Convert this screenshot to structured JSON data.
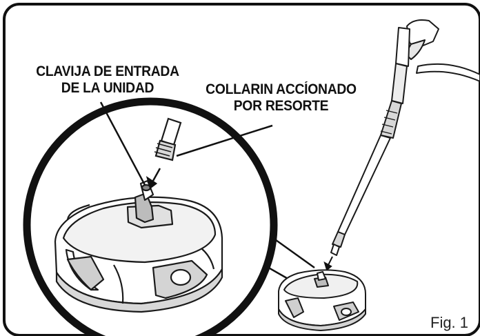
{
  "callouts": {
    "inlet": {
      "line1": "CLAVIJA DE ENTRADA",
      "line2": "DE LA UNIDAD"
    },
    "collar": {
      "line1": "COLLARIN ACCÍONADO",
      "line2": "POR RESORTE"
    }
  },
  "figure_label": "Fig. 1",
  "colors": {
    "outline": "#1a1a1a",
    "fill": "#ffffff",
    "shade": "#e9e9e9",
    "body_dark": "#cfcfcf"
  }
}
